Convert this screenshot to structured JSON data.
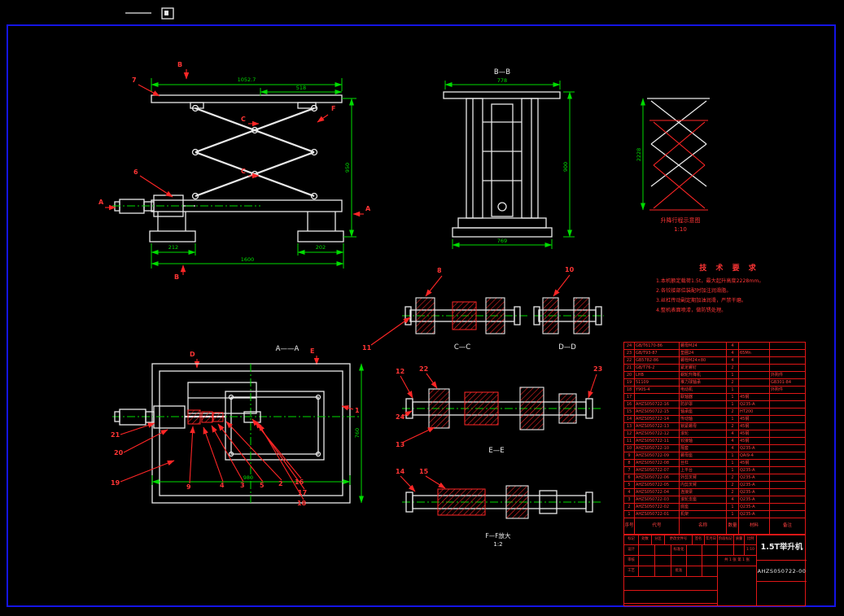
{
  "drawing": {
    "background": "#000000",
    "frame_color": "#1414e6"
  },
  "front_view": {
    "callout_7": "7",
    "callout_6": "6",
    "section_b_top": "B",
    "section_b_bottom": "B",
    "section_a_left": "A",
    "section_a_right": "A",
    "section_c_upper": "C",
    "section_c_lower": "C",
    "section_f": "F",
    "dim_width_top": "1052.7",
    "dim_width_mid": "518",
    "dim_height_right": "950",
    "dim_base_left": "212",
    "dim_base_right": "202",
    "dim_base_full": "1600"
  },
  "side_view": {
    "label": "B—B",
    "dim_top": "778",
    "dim_bottom": "769",
    "dim_right": "900"
  },
  "stroke_diagram": {
    "caption": "升降行程示意图",
    "scale": "1:10",
    "dim_height": "2228"
  },
  "tech_notes": {
    "title": "技 术 要 求",
    "lines": [
      "1.本机额定载荷1.5t，最大起升高度2228mm。",
      "2.各铰接部位装配时加注润滑脂。",
      "3.丝杠传动副定期加油润滑，严禁干磨。",
      "4.整机表面喷漆，做防锈处理。"
    ]
  },
  "top_view": {
    "label": "A——A",
    "section_d": "D",
    "section_e": "E",
    "dim_bottom": "980",
    "dim_right": "760",
    "callout_21": "21",
    "callout_20": "20",
    "callout_19": "19",
    "callout_9": "9",
    "callout_4": "4",
    "callout_3": "3",
    "callout_5": "5",
    "callout_2": "2",
    "callout_16": "16",
    "callout_17": "17",
    "callout_18": "18",
    "callout_1": "1"
  },
  "section_cc": {
    "label": "C—C",
    "callout_8": "8",
    "callout_11": "11"
  },
  "section_dd": {
    "label": "D—D",
    "callout_10": "10"
  },
  "section_ee": {
    "label": "E—E",
    "callout_12": "12",
    "callout_22": "22",
    "callout_23": "23",
    "callout_24": "24",
    "callout_13": "13"
  },
  "detail_ff": {
    "label": "F—F放大",
    "scale": "1:2",
    "callout_14": "14",
    "callout_15": "15"
  },
  "bom": {
    "headers": [
      "序号",
      "代号",
      "名称",
      "数量",
      "材料",
      "备注"
    ],
    "rows": [
      {
        "no": "24",
        "code": "GB/T6170-86",
        "name": "螺母M24",
        "qty": "4",
        "mat": "",
        "remark": ""
      },
      {
        "no": "23",
        "code": "GB/T93-87",
        "name": "垫圈24",
        "qty": "4",
        "mat": "65Mn",
        "remark": ""
      },
      {
        "no": "22",
        "code": "GB5782-86",
        "name": "螺栓M24×80",
        "qty": "4",
        "mat": "",
        "remark": ""
      },
      {
        "no": "21",
        "code": "GB/T76-2",
        "name": "紧定螺钉",
        "qty": "2",
        "mat": "",
        "remark": ""
      },
      {
        "no": "20",
        "code": "LHB",
        "name": "蜗轮升降机",
        "qty": "1",
        "mat": "",
        "remark": "外购件"
      },
      {
        "no": "19",
        "code": "51109",
        "name": "推力球轴承",
        "qty": "2",
        "mat": "",
        "remark": "GB301-84"
      },
      {
        "no": "18",
        "code": "Y90S-4",
        "name": "电动机",
        "qty": "1",
        "mat": "",
        "remark": "外购件"
      },
      {
        "no": "17",
        "code": "",
        "name": "联轴器",
        "qty": "1",
        "mat": "45钢",
        "remark": ""
      },
      {
        "no": "16",
        "code": "AHZS050722-16",
        "name": "防护罩",
        "qty": "1",
        "mat": "Q235-A",
        "remark": ""
      },
      {
        "no": "15",
        "code": "AHZS050722-15",
        "name": "轴承座",
        "qty": "2",
        "mat": "HT200",
        "remark": ""
      },
      {
        "no": "14",
        "code": "AHZS050722-14",
        "name": "传动轴",
        "qty": "1",
        "mat": "45钢",
        "remark": ""
      },
      {
        "no": "13",
        "code": "AHZS050722-13",
        "name": "锁紧螺母",
        "qty": "2",
        "mat": "45钢",
        "remark": ""
      },
      {
        "no": "12",
        "code": "AHZS050722-12",
        "name": "滚轮",
        "qty": "4",
        "mat": "45钢",
        "remark": ""
      },
      {
        "no": "11",
        "code": "AHZS050722-11",
        "name": "铰接轴",
        "qty": "4",
        "mat": "45钢",
        "remark": ""
      },
      {
        "no": "10",
        "code": "AHZS050722-10",
        "name": "隔套",
        "qty": "4",
        "mat": "Q235-A",
        "remark": ""
      },
      {
        "no": "9",
        "code": "AHZS050722-09",
        "name": "螺母座",
        "qty": "1",
        "mat": "QAl9-4",
        "remark": ""
      },
      {
        "no": "8",
        "code": "AHZS050722-08",
        "name": "丝杠",
        "qty": "1",
        "mat": "45钢",
        "remark": ""
      },
      {
        "no": "7",
        "code": "AHZS050722-07",
        "name": "上平台",
        "qty": "1",
        "mat": "Q235-A",
        "remark": ""
      },
      {
        "no": "6",
        "code": "AHZS050722-06",
        "name": "外剪叉臂",
        "qty": "2",
        "mat": "Q235-A",
        "remark": ""
      },
      {
        "no": "5",
        "code": "AHZS050722-05",
        "name": "内剪叉臂",
        "qty": "2",
        "mat": "Q235-A",
        "remark": ""
      },
      {
        "no": "4",
        "code": "AHZS050722-04",
        "name": "连接梁",
        "qty": "2",
        "mat": "Q235-A",
        "remark": ""
      },
      {
        "no": "3",
        "code": "AHZS050722-03",
        "name": "滚轮支座",
        "qty": "4",
        "mat": "Q235-A",
        "remark": ""
      },
      {
        "no": "2",
        "code": "AHZS050722-02",
        "name": "底座",
        "qty": "1",
        "mat": "Q235-A",
        "remark": ""
      },
      {
        "no": "1",
        "code": "AHZS050722-01",
        "name": "机架",
        "qty": "1",
        "mat": "Q235-A",
        "remark": ""
      }
    ]
  },
  "title_block": {
    "product_name": "1.5T举升机",
    "drawing_no": "AHZS050722-00",
    "rev_header": [
      "标记",
      "处数",
      "分区",
      "更改文件号",
      "签名",
      "年月日"
    ],
    "design_label": "设计",
    "standard_label": "标准化",
    "check_label": "审核",
    "process_label": "工艺",
    "approve_label": "批准",
    "stage_label": "阶段标记",
    "weight_label": "质量",
    "scale_label": "比例",
    "scale_value": "1:10",
    "sheet_total": "共 1 张",
    "sheet_no": "第 1 张"
  }
}
